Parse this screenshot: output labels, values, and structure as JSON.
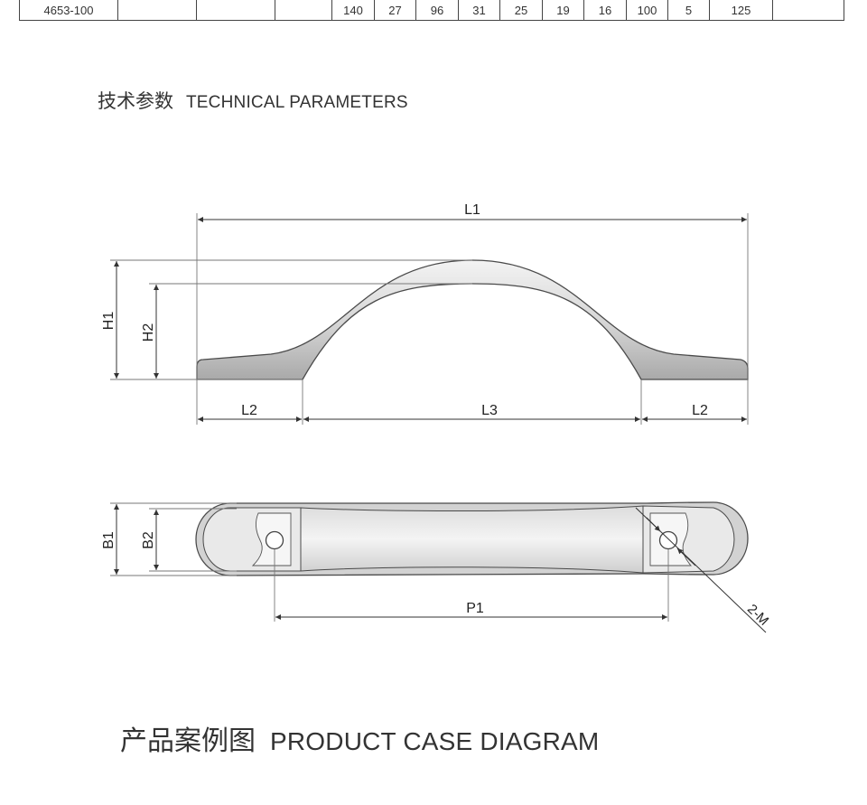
{
  "spec_row": {
    "model": "4653-100",
    "values": [
      "",
      "",
      "",
      "140",
      "27",
      "96",
      "31",
      "25",
      "19",
      "16",
      "100",
      "5",
      "125",
      ""
    ]
  },
  "tech_title": {
    "cn": "技术参数",
    "en": "TECHNICAL PARAMETERS"
  },
  "case_title": {
    "cn": "产品案例图",
    "en": "PRODUCT CASE DIAGRAM"
  },
  "dimensions": {
    "L1": "L1",
    "L2_left": "L2",
    "L3": "L3",
    "L2_right": "L2",
    "H1": "H1",
    "H2": "H2",
    "B1": "B1",
    "B2": "B2",
    "P1": "P1",
    "M": "2-M"
  },
  "colors": {
    "line": "#444444",
    "fill_gradient_top": "#f2f2f2",
    "fill_gradient_bottom": "#a9a9a9"
  }
}
